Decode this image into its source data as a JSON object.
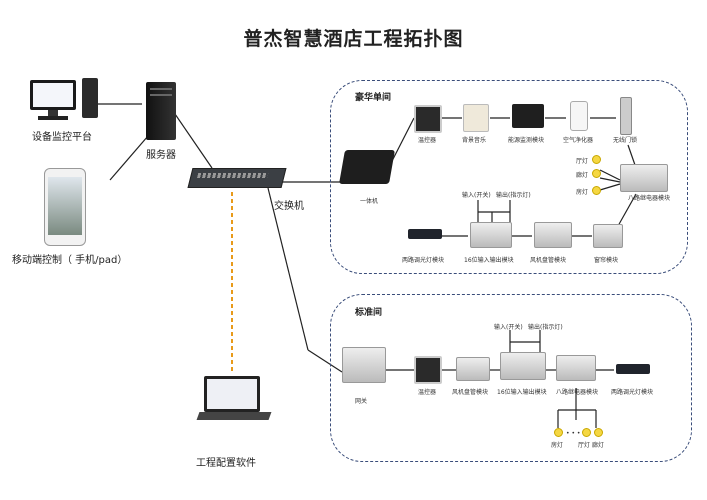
{
  "title": "普杰智慧酒店工程拓扑图",
  "left": {
    "monitor": "设备监控平台",
    "server": "服务器",
    "mobile": "移动端控制（ 手机/pad）",
    "switch": "交换机",
    "config": "工程配置软件"
  },
  "deluxe": {
    "title": "豪华单间",
    "all_in_one": "一体机",
    "thermostat": "温控器",
    "music": "背景音乐",
    "energy": "能源监测模块",
    "purifier": "空气净化器",
    "lock": "无线门锁",
    "relay8": "八路继电器模块",
    "lamp1": "厅灯",
    "lamp2": "廊灯",
    "lamp3": "房灯",
    "dimmer": "两路调光灯模块",
    "io16": "16位输入输出模块",
    "fancoil": "风机盘管模块",
    "curtain": "窗帘模块",
    "in_label": "输入(开关)",
    "out_label": "输出(指示灯)"
  },
  "standard": {
    "title": "标准间",
    "gateway": "网关",
    "thermostat": "温控器",
    "fancoil": "风机盘管模块",
    "io16": "16位输入输出模块",
    "relay8": "八路继电器模块",
    "dimmer": "两路调光灯模块",
    "in_label": "输入(开关)",
    "out_label": "输出(指示灯)",
    "lamp1": "房灯",
    "dots": "• • •",
    "lamp2": "厅灯",
    "lamp3": "廊灯"
  }
}
